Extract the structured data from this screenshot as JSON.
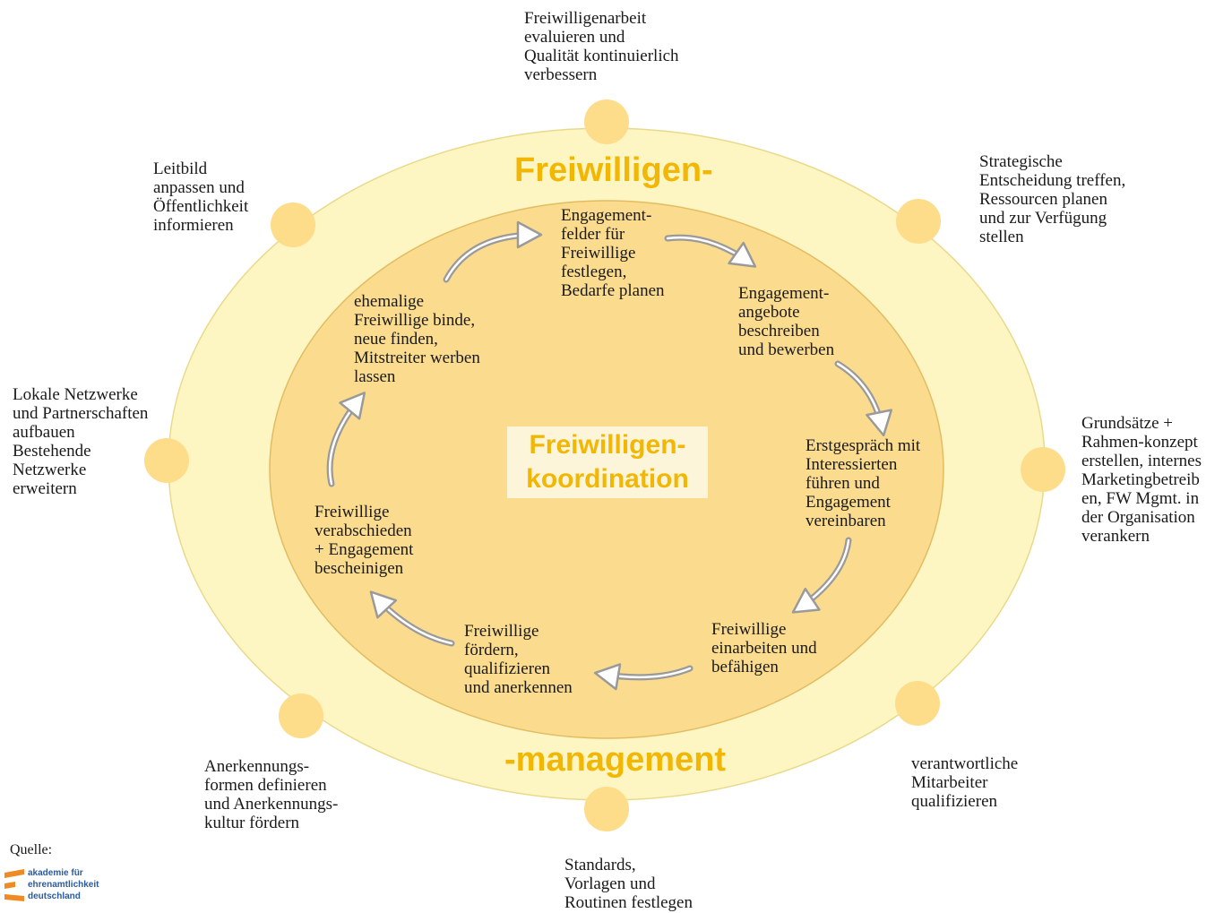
{
  "colors": {
    "outer_ring": "#fdf6c2",
    "inner_ellipse": "#fbdc8e",
    "node": "#fddc8a",
    "title": "#f2b705",
    "arrow": "#9a9a9a",
    "logo_orange": "#f08a24",
    "logo_blue": "#2b5a9e"
  },
  "titles": {
    "top": "Freiwilligen-",
    "bottom": "-management",
    "center": "Freiwilligen-\nkoordination"
  },
  "outer_nodes": {
    "top": "Freiwilligenarbeit\nevaluieren und\nQualität kontinuierlich\nverbessern",
    "top_right": "Strategische\nEntscheidung treffen,\nRessourcen planen\nund zur    Verfügung\nstellen",
    "right": "Grundsätze +\nRahmen-konzept\nerstellen, internes\nMarketingbetreib\nen, FW Mgmt. in\nder Organisation\nverankern",
    "bottom_right": "verantwortliche\nMitarbeiter\nqualifizieren",
    "bottom": "Standards,\nVorlagen und\nRoutinen festlegen",
    "bottom_left": "Anerkennungs-\nformen definieren\nund Anerkennungs-\nkultur fördern",
    "left": "Lokale Netzwerke\nund Partnerschaften\naufbauen\nBestehende\nNetzwerke\nerweitern",
    "top_left": "Leitbild\nanpassen und\nÖffentlichkeit\ninformieren"
  },
  "cycle_steps": {
    "step1": "Engagement-\nfelder für\nFreiwillige\nfestlegen,\nBedarfe planen",
    "step2": "Engagement-\nangebote\nbeschreiben\nund  bewerben",
    "step3": "Erstgespräch mit\nInteressierten\nführen und\nEngagement\nvereinbaren",
    "step4": "Freiwillige\neinarbeiten und\nbefähigen",
    "step5": "Freiwillige\nfördern,\nqualifizieren\nund anerkennen",
    "step6": "Freiwillige\nverabschieden\n+ Engagement\nbescheinigen",
    "step7": "ehemalige\nFreiwillige binde,\nneue finden,\nMitstreiter werben\nlassen"
  },
  "source": {
    "label": "Quelle:",
    "logo_text": "akademie für\nehrenamtlichkeit\ndeutschland"
  }
}
